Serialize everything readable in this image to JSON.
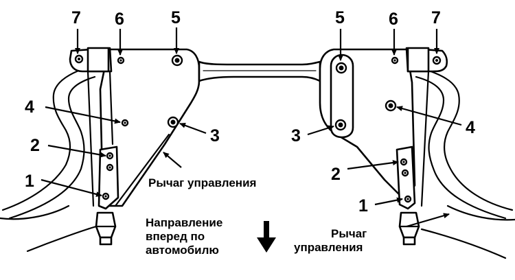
{
  "diagram": {
    "callouts": {
      "left_7": "7",
      "left_6": "6",
      "left_5": "5",
      "left_4": "4",
      "left_3": "3",
      "left_2": "2",
      "left_1": "1",
      "right_5": "5",
      "right_6": "6",
      "right_7": "7",
      "right_4": "4",
      "right_3": "3",
      "right_2": "2",
      "right_1": "1"
    },
    "labels": {
      "control_arm_left": "Рычаг управления",
      "direction_line1": "Направление",
      "direction_line2": "вперед по",
      "direction_line3": "автомобилю",
      "control_arm_right_line1": "Рычаг",
      "control_arm_right_line2": "управления"
    },
    "icons": {
      "direction_arrow": "arrow-down-icon"
    }
  }
}
